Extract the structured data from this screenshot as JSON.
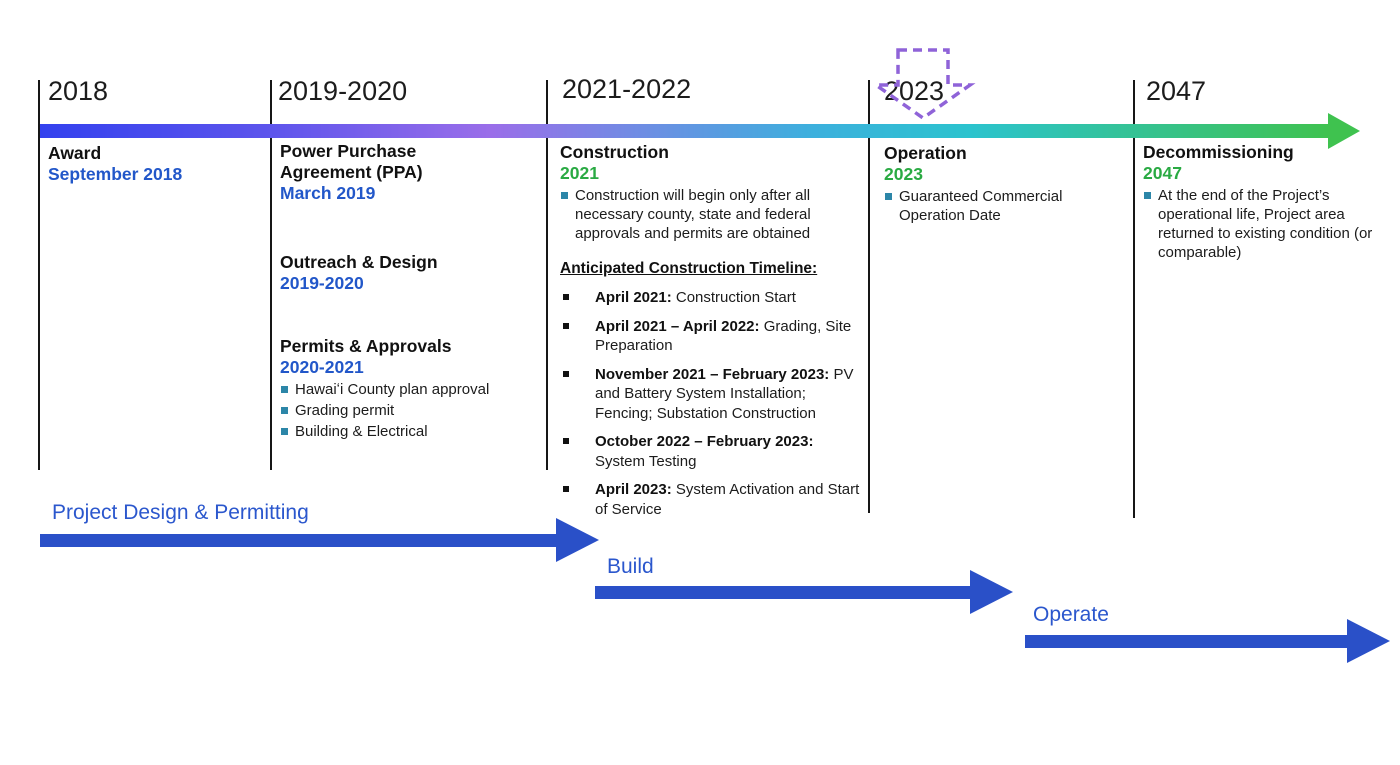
{
  "colors": {
    "grad_1": "#3341ee",
    "grad_2": "#5e55ec",
    "grad_3": "#9a6ee9",
    "grad_4": "#3cb0dd",
    "grad_5": "#2bc3ce",
    "grad_6": "#3fc24f",
    "blue_date": "#2257c9",
    "green_date": "#2aaa43",
    "bullet_teal": "#2c86a8",
    "arrow_blue": "#2a50c8",
    "label_blue": "#2b57cd",
    "dashed_arrow_purple": "#8f63d8"
  },
  "columns": {
    "col1": {
      "year": "2018",
      "m1_title": "Award",
      "m1_date": "September 2018"
    },
    "col2": {
      "year": "2019-2020",
      "m1_title": "Power Purchase Agreement (PPA)",
      "m1_date": "March 2019",
      "m2_title": "Outreach & Design",
      "m2_date": "2019-2020",
      "m3_title": "Permits & Approvals",
      "m3_date": "2020-2021",
      "m3_bullets": [
        "Hawaiʻi County plan approval",
        "Grading permit",
        "Building & Electrical"
      ]
    },
    "col3": {
      "year": "2021-2022",
      "m1_title": "Construction",
      "m1_date": "2021",
      "m1_bullet": "Construction will begin only after all necessary county, state and federal approvals and permits are obtained",
      "timeline_heading": "Anticipated Construction Timeline:",
      "items": [
        {
          "bold": "April 2021:",
          "rest": " Construction Start"
        },
        {
          "bold": "April 2021 – April 2022:",
          "rest": " Grading, Site Preparation"
        },
        {
          "bold": "November 2021 – February 2023:",
          "rest": " PV and Battery System Installation; Fencing; Substation Construction"
        },
        {
          "bold": "October 2022 – February 2023:",
          "rest": " System Testing"
        },
        {
          "bold": "April 2023:",
          "rest": " System Activation and Start of Service"
        }
      ]
    },
    "col4": {
      "year": "2023",
      "m1_title": "Operation",
      "m1_date": "2023",
      "m1_bullet": "Guaranteed Commercial Operation Date"
    },
    "col5": {
      "year": "2047",
      "m1_title": "Decommissioning",
      "m1_date": "2047",
      "m1_bullet": "At the end of the Project’s operational life, Project area returned to existing condition (or comparable)"
    }
  },
  "phase_arrows": [
    {
      "label": "Project Design & Permitting"
    },
    {
      "label": "Build"
    },
    {
      "label": "Operate"
    }
  ]
}
